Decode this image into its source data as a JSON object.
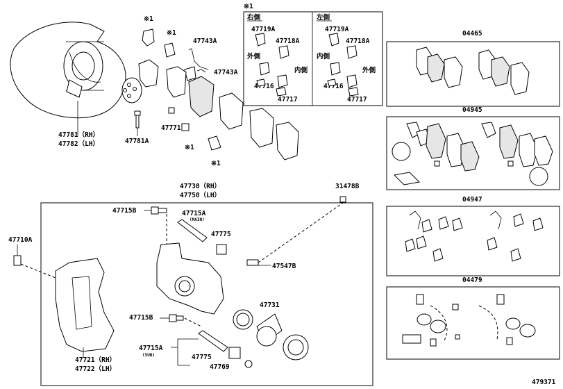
{
  "labels": {
    "p47781": "47781（RH）",
    "p47782": "47782（LH）",
    "p47781a": "47781A",
    "p47743a_1": "47743A",
    "p47743a_2": "47743A",
    "p47771": "47771",
    "note1a": "※1",
    "note1b": "※1",
    "note1c": "※1",
    "note1d": "※1",
    "box_note": "※1",
    "rh_side": "右側",
    "lh_side": "左側",
    "p47719a_r": "47719A",
    "p47718a_r": "47718A",
    "outer_r": "外側",
    "inner_r": "内側",
    "p47716_r": "47716",
    "p47717_r": "47717",
    "p47719a_l": "47719A",
    "p47718a_l": "47718A",
    "inner_l": "内側",
    "outer_l": "外側",
    "p47716_l": "47716",
    "p47717_l": "47717",
    "kit04465": "04465",
    "kit04945": "04945",
    "kit04947": "04947",
    "kit04479": "04479",
    "p47730": "47730（RH）",
    "p47750": "47750（LH）",
    "p31478b": "31478B",
    "p47715b_1": "47715B",
    "p47715a_main": "47715A",
    "main_note": "(MAIN)",
    "p47775_1": "47775",
    "p47710a": "47710A",
    "p47547b": "47547B",
    "p47731": "47731",
    "p47715b_2": "47715B",
    "p47715a_sub": "47715A",
    "sub_note": "(SUB)",
    "p47775_2": "47775",
    "p47769": "47769",
    "p47721": "47721（RH）",
    "p47722": "47722（LH）",
    "figure_no": "479371"
  }
}
